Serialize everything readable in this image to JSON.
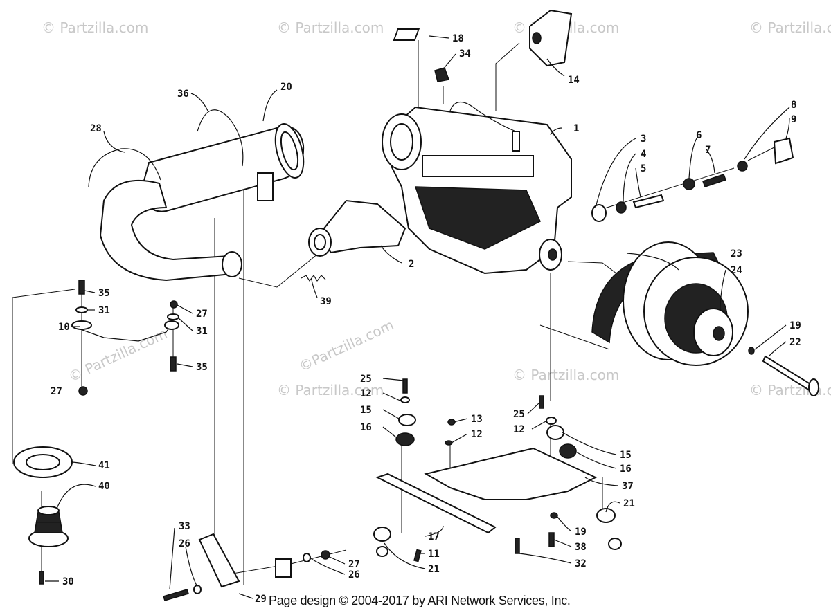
{
  "watermarks": [
    "© Partzilla.com",
    "© Partzilla.com",
    "© Partzilla.com",
    "© Partzilla.com",
    "© Partzilla.com",
    "© Partzilla.com",
    "© Partzilla.com",
    "© Partzilla.com",
    "©Partzilla.com"
  ],
  "callouts": [
    "1",
    "2",
    "3",
    "4",
    "5",
    "6",
    "7",
    "8",
    "9",
    "10",
    "11",
    "12",
    "13",
    "14",
    "15",
    "16",
    "17",
    "18",
    "19",
    "20",
    "21",
    "22",
    "23",
    "24",
    "25",
    "26",
    "27",
    "28",
    "29",
    "30",
    "31",
    "32",
    "33",
    "34",
    "35",
    "36",
    "37",
    "38",
    "39",
    "40",
    "41"
  ],
  "labels": {
    "l1": "1",
    "l2": "2",
    "l3": "3",
    "l4": "4",
    "l5": "5",
    "l6": "6",
    "l7": "7",
    "l8": "8",
    "l9": "9",
    "l10": "10",
    "l11": "11",
    "l12a": "12",
    "l12b": "12",
    "l12c": "12",
    "l13": "13",
    "l14": "14",
    "l15a": "15",
    "l15b": "15",
    "l16a": "16",
    "l16b": "16",
    "l17": "17",
    "l18": "18",
    "l19a": "19",
    "l19b": "19",
    "l20": "20",
    "l21a": "21",
    "l21b": "21",
    "l22": "22",
    "l23": "23",
    "l24": "24",
    "l25a": "25",
    "l25b": "25",
    "l26a": "26",
    "l26b": "26",
    "l27a": "27",
    "l27b": "27",
    "l27c": "27",
    "l28": "28",
    "l29": "29",
    "l30": "30",
    "l31a": "31",
    "l31b": "31",
    "l32": "32",
    "l33": "33",
    "l34": "34",
    "l35a": "35",
    "l35b": "35",
    "l36": "36",
    "l37": "37",
    "l38": "38",
    "l39": "39",
    "l40": "40",
    "l41": "41"
  },
  "footer": "Page design © 2004-2017 by ARI Network Services, Inc."
}
